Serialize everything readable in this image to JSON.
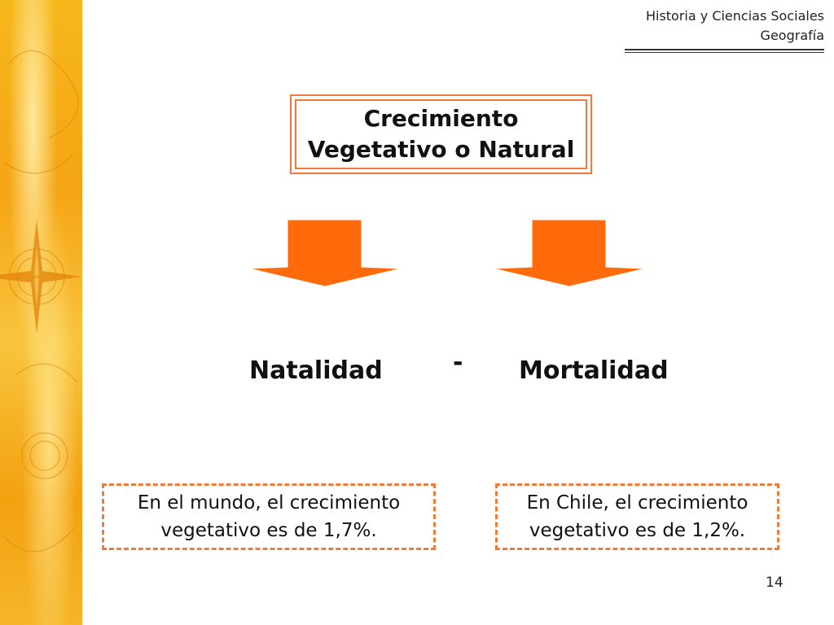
{
  "header": {
    "line1": "Historia y Ciencias Sociales",
    "line2": "Geografía"
  },
  "title": {
    "line1": "Crecimiento",
    "line2": "Vegetativo o Natural"
  },
  "terms": {
    "left": "Natalidad",
    "operator": "-",
    "right": "Mortalidad"
  },
  "notes": {
    "left_line1": "En el mundo, el crecimiento",
    "left_line2": "vegetativo es de 1,7%.",
    "right_line1": "En Chile, el crecimiento",
    "right_line2": "vegetativo es de 1,2%."
  },
  "page_number": "14",
  "colors": {
    "accent": "#f07a3a",
    "arrow": "#ff6a0a",
    "band": "#f5a413"
  },
  "icons": {
    "arrow": "down-arrow-icon",
    "compass": "compass-rose-icon"
  }
}
